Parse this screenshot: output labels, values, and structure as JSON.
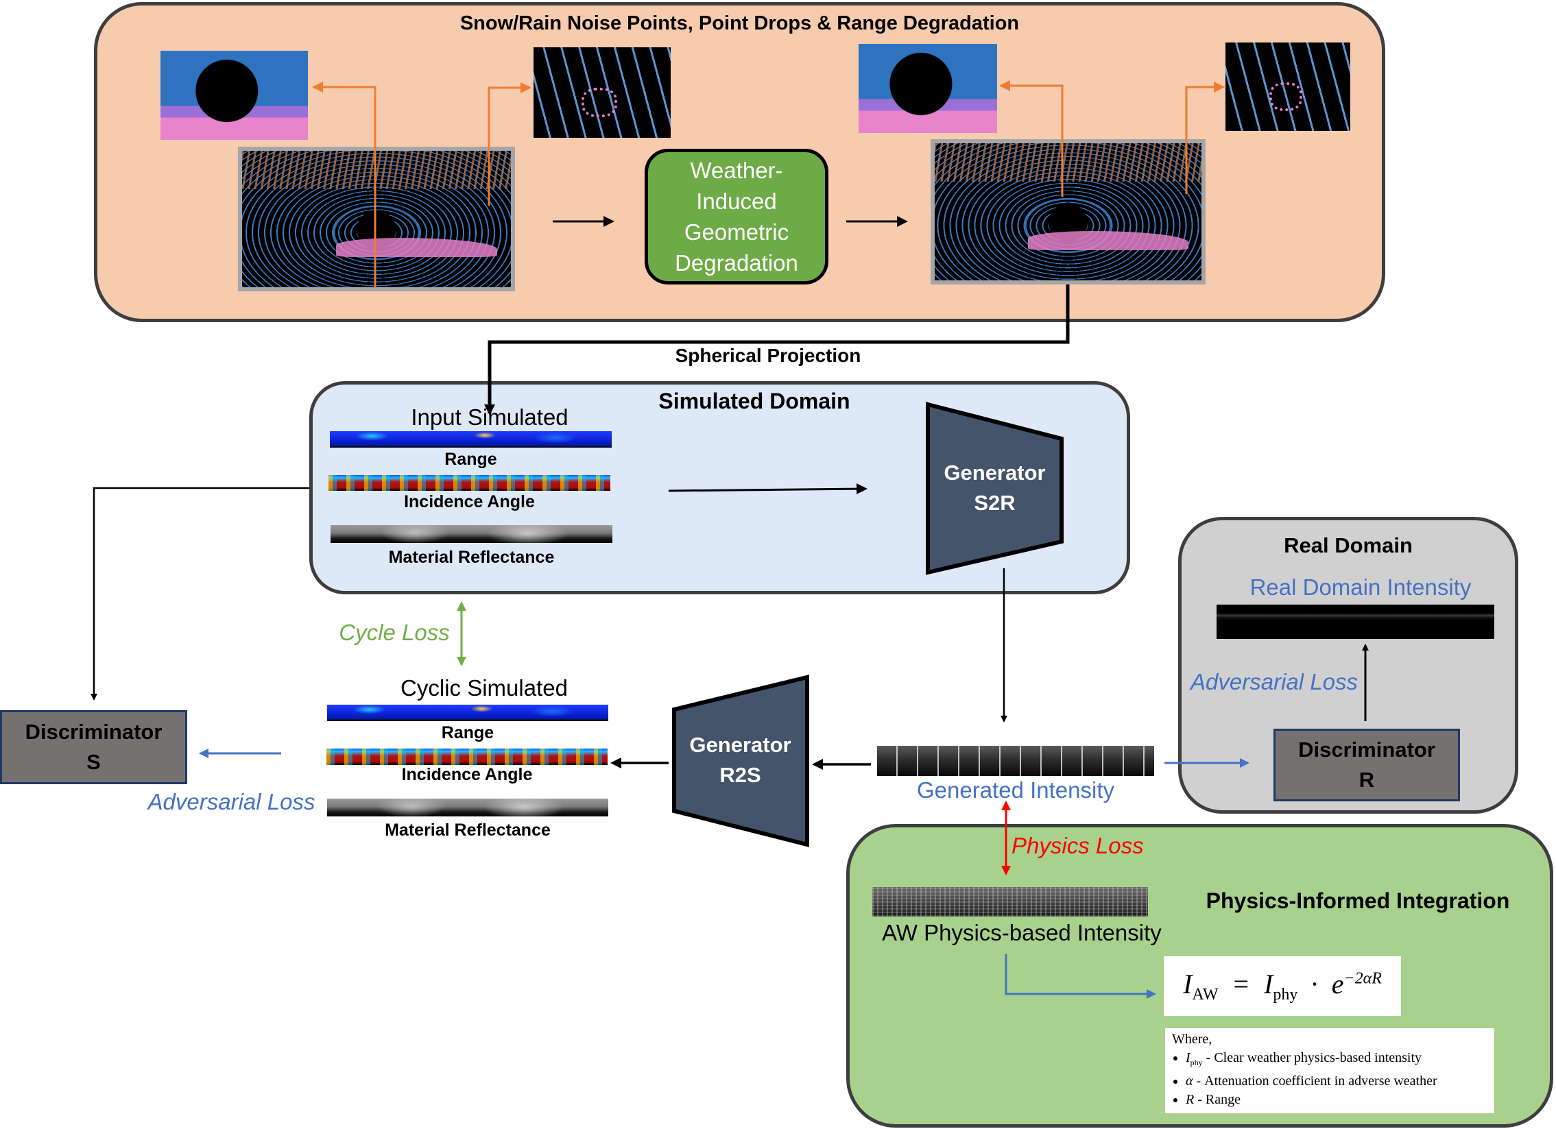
{
  "weather_section": {
    "title": "Snow/Rain Noise Points, Point Drops & Range Degradation",
    "process_box": [
      "Weather-",
      "Induced",
      "Geometric",
      "Degradation"
    ],
    "images": {
      "clear_scan": "clear-weather lidar point cloud (BEV)",
      "clear_zoom_ego": "zoomed ego-vehicle region (clear)",
      "clear_zoom_object": "zoomed object region (clear)",
      "degraded_scan": "weather-degraded lidar point cloud (BEV)",
      "degraded_zoom_ego": "zoomed ego-vehicle region with snow/rain noise",
      "degraded_zoom_object": "zoomed object region with point drops"
    }
  },
  "connector_labels": {
    "spherical_projection": "Spherical Projection"
  },
  "simulated_domain": {
    "title": "Simulated Domain",
    "input_label": "Input Simulated",
    "channels": [
      "Range",
      "Incidence Angle",
      "Material Reflectance"
    ],
    "generator": [
      "Generator",
      "S2R"
    ]
  },
  "cycle": {
    "cycle_loss": "Cycle Loss",
    "cyclic_label": "Cyclic Simulated",
    "channels": [
      "Range",
      "Incidence Angle",
      "Material Reflectance"
    ],
    "generator": [
      "Generator",
      "R2S"
    ]
  },
  "discriminator_s": {
    "lines": [
      "Discriminator",
      "S"
    ],
    "loss_label": "Adversarial Loss"
  },
  "generated": {
    "label": "Generated Intensity"
  },
  "real_domain": {
    "title": "Real Domain",
    "intensity_label": "Real Domain Intensity",
    "loss_label": "Adversarial Loss",
    "discriminator": [
      "Discriminator",
      "R"
    ]
  },
  "physics": {
    "loss_label": "Physics Loss",
    "title": "Physics-Informed Integration",
    "intensity_label": "AW Physics-based Intensity",
    "formula": {
      "lhs": "I",
      "lhs_sub": "AW",
      "eq": "=",
      "rhs": "I",
      "rhs_sub": "phy",
      "dot": "·",
      "base": "e",
      "exp": "−2αR"
    },
    "legend": {
      "intro": "Where,",
      "items": [
        {
          "sym": "I",
          "sub": "phy",
          "desc": " - Clear weather physics-based intensity"
        },
        {
          "sym": "α",
          "sub": "",
          "desc": " - Attenuation coefficient in adverse weather"
        },
        {
          "sym": "R",
          "sub": "",
          "desc": " - Range"
        }
      ]
    }
  },
  "colors": {
    "weather_bg": "#f7cbad",
    "sim_bg": "#dde9f6",
    "real_bg": "#d1d0d1",
    "physics_bg": "#a8d18e",
    "process_green": "#6eaa46",
    "generator_fill": "#44546a",
    "discriminator_fill": "#767171",
    "orange_arrow": "#ed7d31",
    "blue_text": "#4472c4",
    "cycle_green": "#70ad47",
    "physics_red": "#ff0000"
  }
}
